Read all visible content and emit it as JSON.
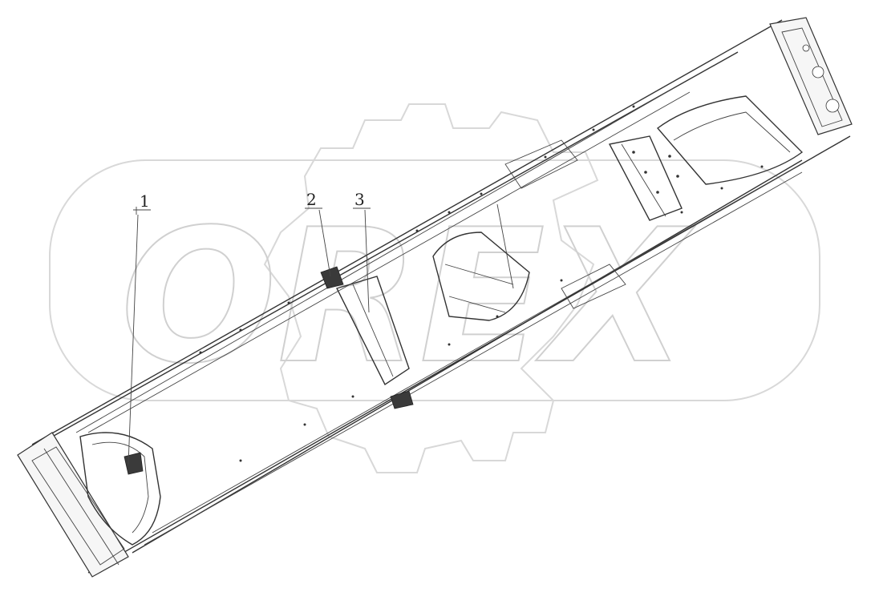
{
  "watermark": {
    "text": "OREX",
    "color": "#d0d0d0"
  },
  "callouts": [
    {
      "label": "1"
    },
    {
      "label": "2"
    },
    {
      "label": "3"
    }
  ],
  "colors": {
    "line": "#333333",
    "background": "#ffffff"
  }
}
